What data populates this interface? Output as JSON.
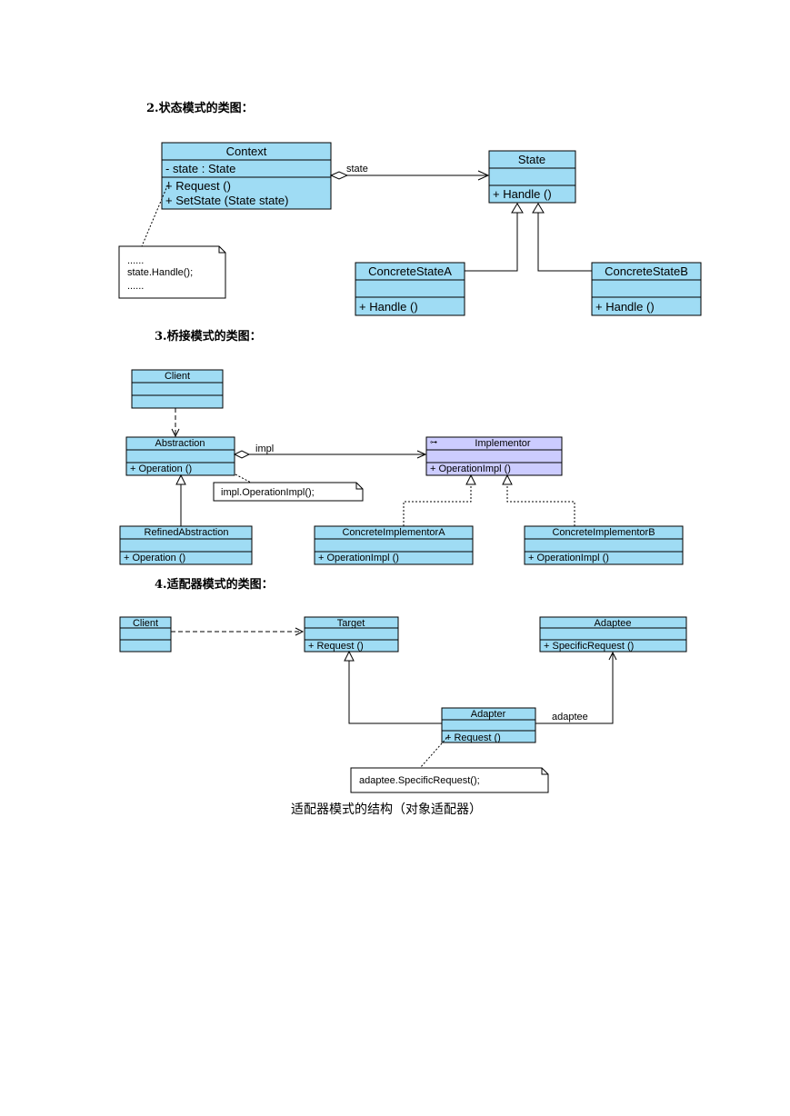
{
  "headings": {
    "state": "2.状态模式的类图：",
    "bridge": "3.桥接模式的类图：",
    "adapter": "4.适配器模式的类图："
  },
  "state_diagram": {
    "context": {
      "name": "Context",
      "attr": "-  state  : State",
      "op1": "+  Request ()",
      "op2": "+  SetState (State state)"
    },
    "state": {
      "name": "State",
      "op": "+  Handle ()"
    },
    "concrete_a": {
      "name": "ConcreteStateA",
      "op": "+  Handle ()"
    },
    "concrete_b": {
      "name": "ConcreteStateB",
      "op": "+  Handle ()"
    },
    "assoc_label": "state",
    "note": {
      "line1": "......",
      "line2": "state.Handle();",
      "line3": "......"
    }
  },
  "bridge_diagram": {
    "client": {
      "name": "Client"
    },
    "abstraction": {
      "name": "Abstraction",
      "op": "+  Operation ()"
    },
    "implementor": {
      "name": "Implementor",
      "op": "+  OperationImpl ()"
    },
    "refined": {
      "name": "RefinedAbstraction",
      "op": "+  Operation ()"
    },
    "impl_a": {
      "name": "ConcreteImplementorA",
      "op": "+  OperationImpl ()"
    },
    "impl_b": {
      "name": "ConcreteImplementorB",
      "op": "+  OperationImpl ()"
    },
    "assoc_label": "impl",
    "note": "impl.OperationImpl();"
  },
  "adapter_diagram": {
    "client": {
      "name": "Client"
    },
    "target": {
      "name": "Target",
      "op": "+  Request ()"
    },
    "adaptee": {
      "name": "Adaptee",
      "op": "+  SpecificRequest ()"
    },
    "adapter": {
      "name": "Adapter",
      "op": "+  Request ()"
    },
    "assoc_label": "adaptee",
    "note": "adaptee.SpecificRequest();"
  },
  "caption": "适配器模式的结构（对象适配器）",
  "colors": {
    "class_fill": "#9fdcf4",
    "implementor_fill": "#ccccff",
    "line": "#000000"
  }
}
